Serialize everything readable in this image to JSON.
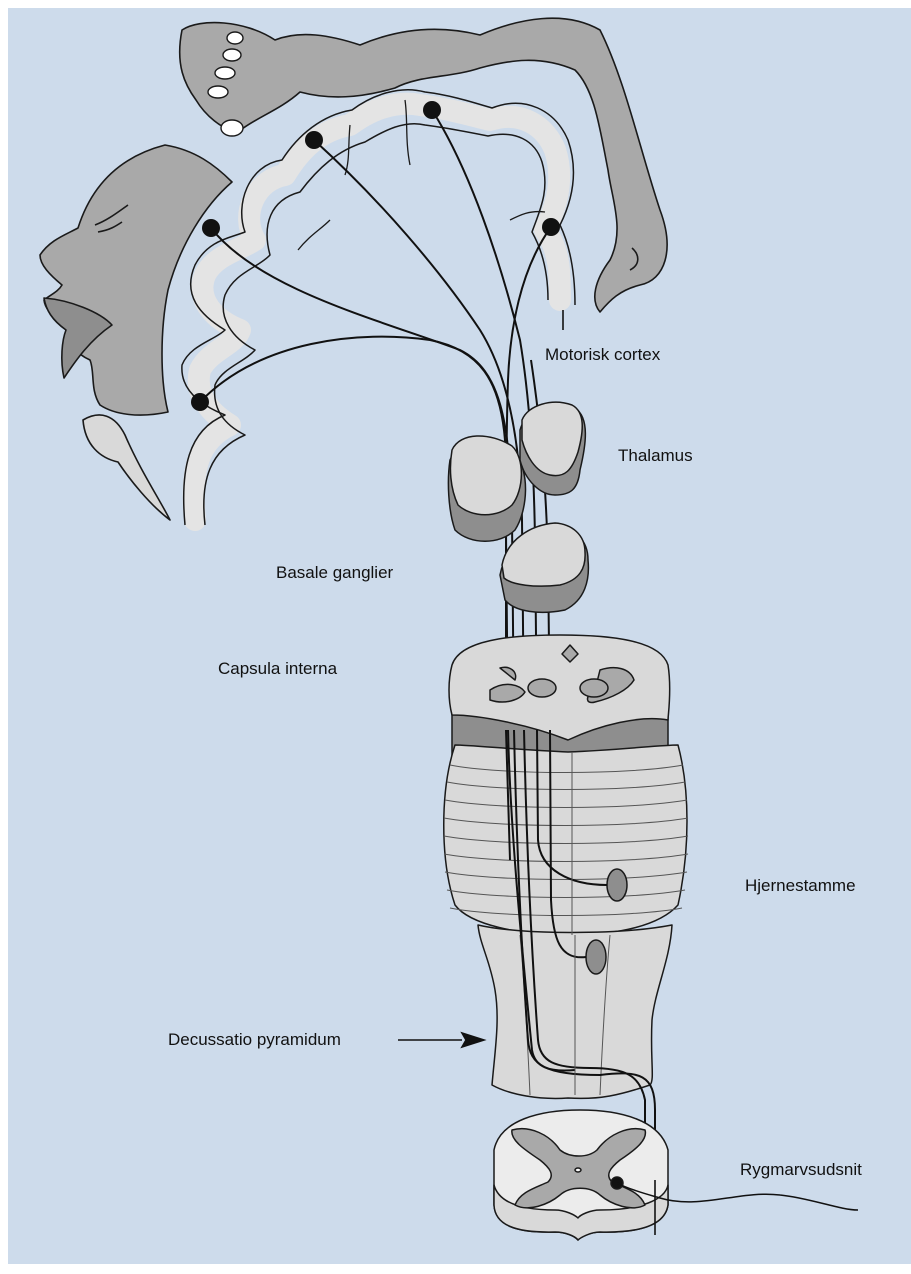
{
  "labels": {
    "motor_cortex": "Motorisk cortex",
    "thalamus": "Thalamus",
    "basal_ganglia": "Basale ganglier",
    "internal_capsule": "Capsula interna",
    "brainstem": "Hjernestamme",
    "pyramidal_decussation": "Decussatio pyramidum",
    "spinal_cord_section": "Rygmarvsudsnit"
  },
  "colors": {
    "background": "#cddbeb",
    "tissue_light": "#d9d9d9",
    "tissue_mid": "#a9a9a9",
    "tissue_dark": "#8e8e8e",
    "white_matter": "#ececec",
    "outline": "#1a1a1a"
  }
}
